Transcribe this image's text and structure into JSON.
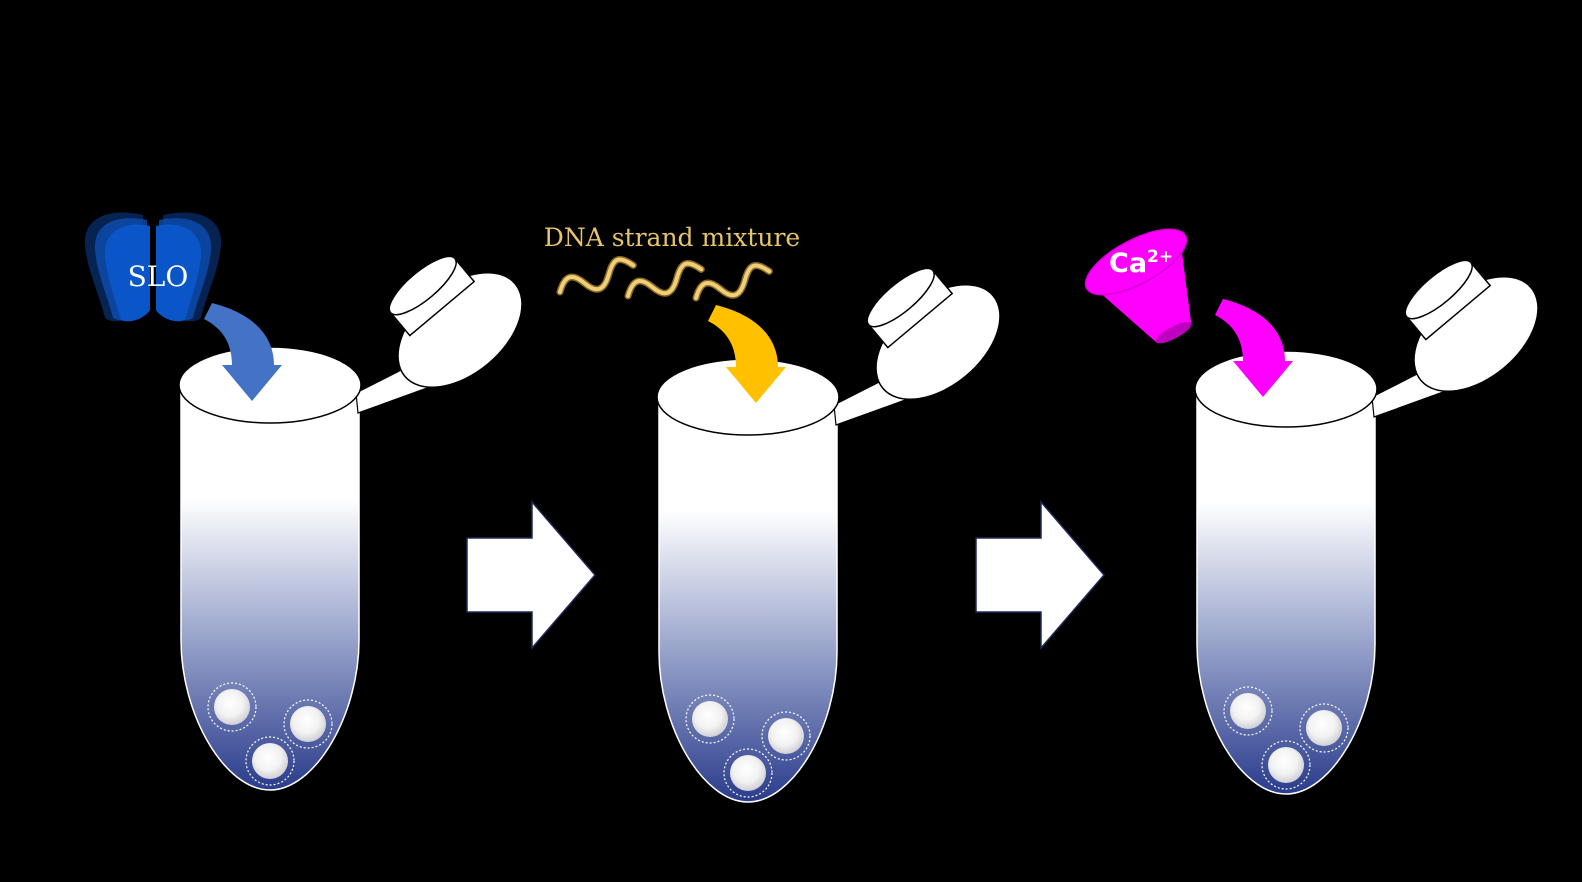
{
  "steps": [
    {
      "reagent": "SLO",
      "arrow_color": "#4472C4"
    },
    {
      "reagent": "DNA strand mixture",
      "arrow_color": "#FFC000"
    },
    {
      "reagent": "Ca",
      "reagent_sup": "2+",
      "arrow_color": "#FF00FF"
    }
  ],
  "colors": {
    "background": "#000000",
    "slo_blue": "#0A4FB5",
    "dna_gold": "#E8C46A",
    "ca_magenta": "#FF00FF",
    "tube_bottom": "#2A3F8F",
    "tube_top": "#FFFFFF"
  }
}
